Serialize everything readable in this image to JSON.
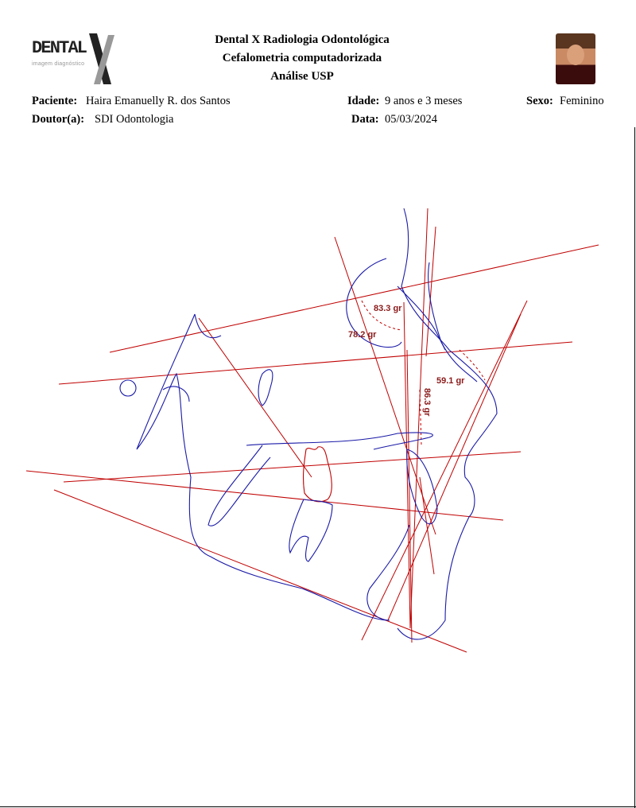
{
  "header": {
    "clinic": "Dental X Radiologia Odontológica",
    "subtitle": "Cefalometria computadorizada",
    "analysis": "Análise USP",
    "logo_text": "DENTAL X"
  },
  "patient": {
    "name_label": "Paciente:",
    "name": "Haira Emanuelly R. dos Santos",
    "age_label": "Idade:",
    "age": "9 anos e 3 meses",
    "sex_label": "Sexo:",
    "sex": "Feminino",
    "doctor_label": "Doutor(a):",
    "doctor": "SDI Odontologia",
    "date_label": "Data:",
    "date": "05/03/2024"
  },
  "angles": {
    "a1": "83.3 gr",
    "a2": "78.2 gr",
    "a3": "59.1 gr",
    "a4": "86.3 gr"
  },
  "colors": {
    "lines": "#c00000",
    "outline": "#1a1aa8",
    "labels": "#8b1a1a"
  }
}
